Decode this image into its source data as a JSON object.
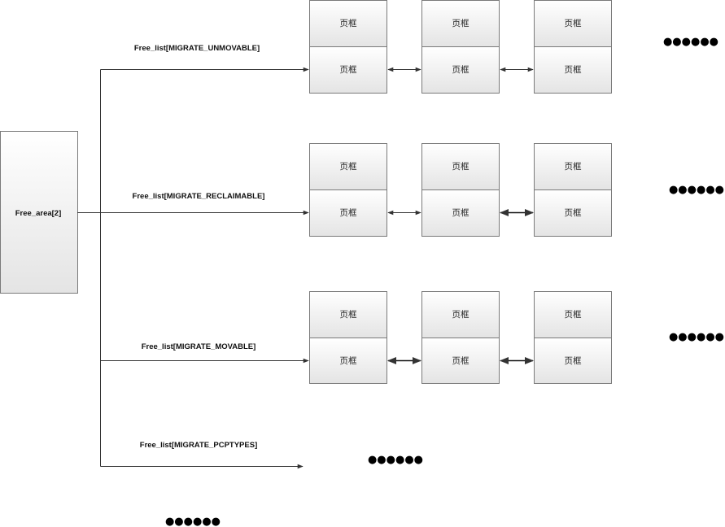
{
  "free_area": {
    "label": "Free_area[2]"
  },
  "lists": [
    {
      "label": "Free_list[MIGRATE_UNMOVABLE]",
      "frames": [
        [
          "页框",
          "页框"
        ],
        [
          "页框",
          "页框"
        ],
        [
          "页框",
          "页框"
        ]
      ],
      "trailing": "●●●●●●"
    },
    {
      "label": "Free_list[MIGRATE_RECLAIMABLE]",
      "frames": [
        [
          "页框",
          "页框"
        ],
        [
          "页框",
          "页框"
        ],
        [
          "页框",
          "页框"
        ]
      ],
      "trailing": "●●●●●●"
    },
    {
      "label": "Free_list[MIGRATE_MOVABLE]",
      "frames": [
        [
          "页框",
          "页框"
        ],
        [
          "页框",
          "页框"
        ],
        [
          "页框",
          "页框"
        ]
      ],
      "trailing": "●●●●●●"
    },
    {
      "label": "Free_list[MIGRATE_PCPTYPES]",
      "frames": [],
      "trailing": "●●●●●●"
    }
  ],
  "bottom_dots": "●●●●●●",
  "colors": {
    "line": "#333333",
    "box_border": "#7a7a7a",
    "box_fill_top": "#ffffff",
    "box_fill_bottom": "#e4e4e4",
    "dot": "#000000"
  }
}
